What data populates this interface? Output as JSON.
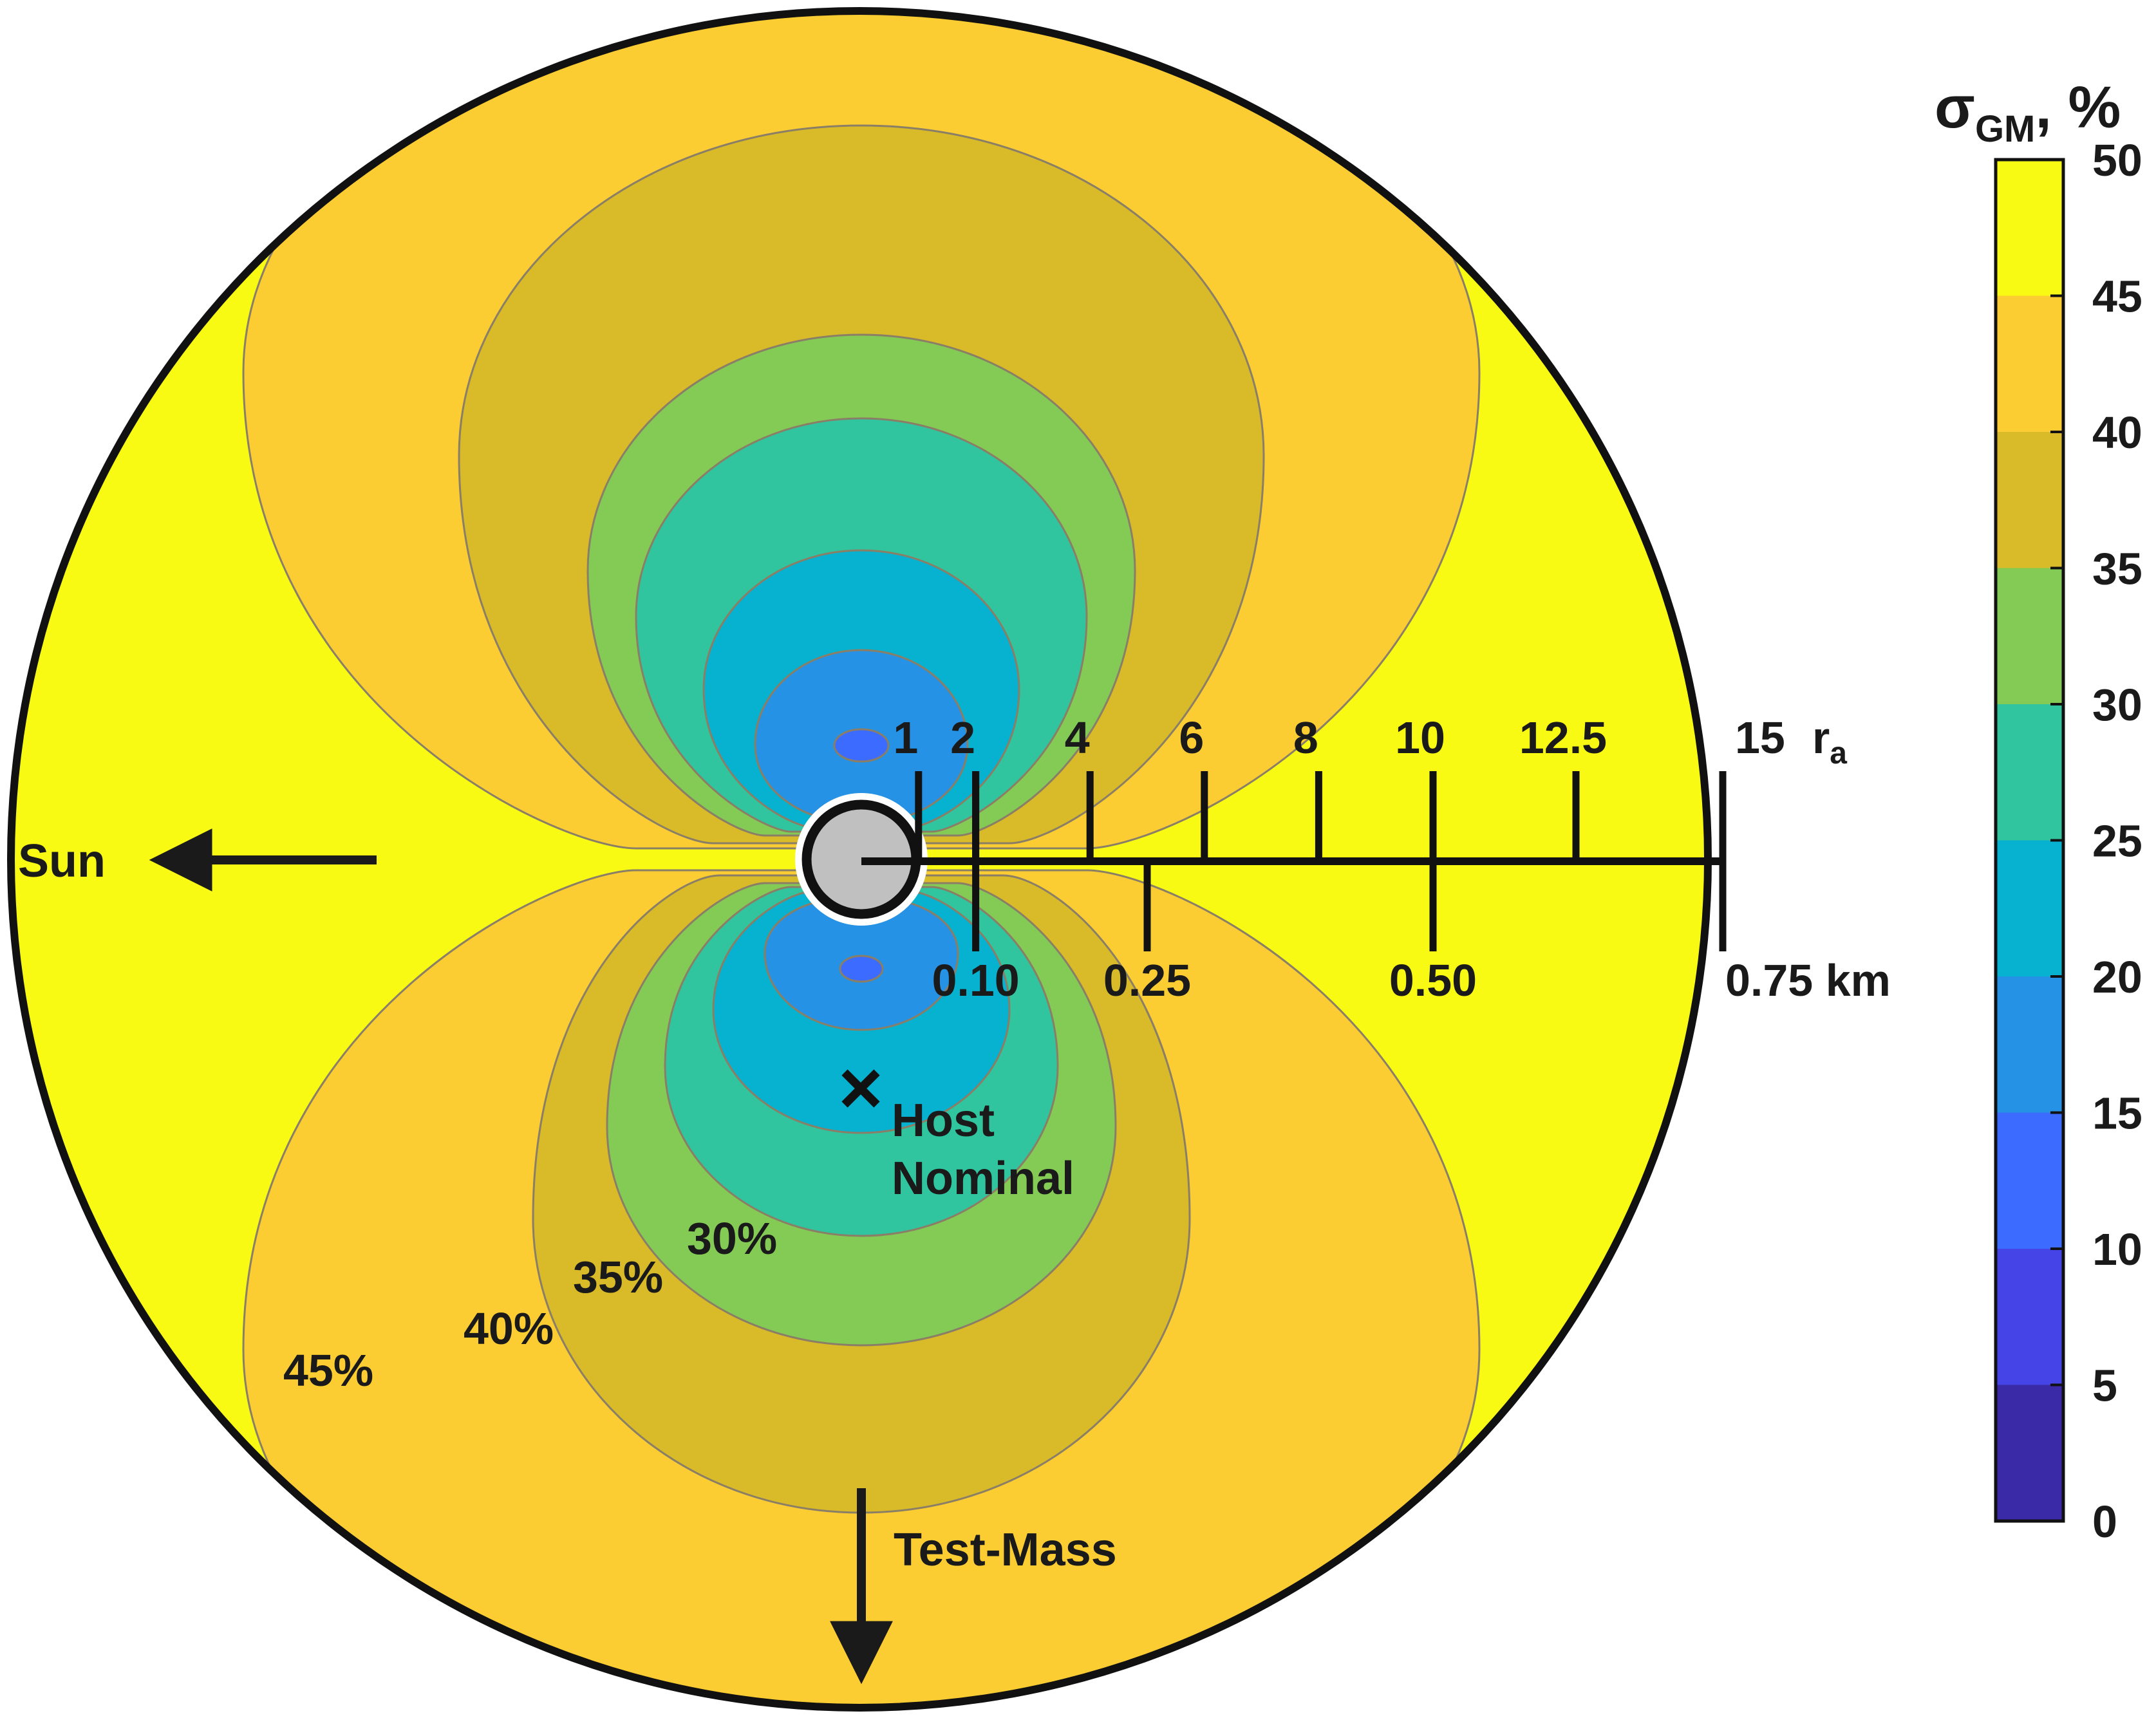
{
  "chart_data": {
    "type": "heatmap",
    "title": "",
    "colorbar": {
      "title": "σ",
      "title_subscript": "GM",
      "title_unit": ",  %",
      "ticks": [
        0,
        5,
        10,
        15,
        20,
        25,
        30,
        35,
        40,
        45,
        50
      ],
      "range": [
        0,
        50
      ],
      "levels": [
        {
          "from": 0,
          "to": 5,
          "color": "#3a2aa8"
        },
        {
          "from": 5,
          "to": 10,
          "color": "#4544e6"
        },
        {
          "from": 10,
          "to": 15,
          "color": "#3c6cff"
        },
        {
          "from": 15,
          "to": 20,
          "color": "#2592e6"
        },
        {
          "from": 20,
          "to": 25,
          "color": "#06b2d0"
        },
        {
          "from": 25,
          "to": 30,
          "color": "#30c59f"
        },
        {
          "from": 30,
          "to": 35,
          "color": "#84cb56"
        },
        {
          "from": 35,
          "to": 40,
          "color": "#d9ba29"
        },
        {
          "from": 40,
          "to": 45,
          "color": "#fbcd33"
        },
        {
          "from": 45,
          "to": 50,
          "color": "#f8fa13"
        }
      ]
    },
    "contour_labels": [
      "30%",
      "35%",
      "40%",
      "45%"
    ],
    "radial_scale_ra": {
      "ticks": [
        "1",
        "2",
        "4",
        "6",
        "8",
        "10",
        "12.5",
        "15"
      ],
      "values": [
        1,
        2,
        4,
        6,
        8,
        10,
        12.5,
        15
      ],
      "unit_symbol": "r",
      "unit_subscript": "a"
    },
    "radial_scale_km": {
      "ticks": [
        "0.10",
        "0.25",
        "0.50",
        "0.75 km"
      ],
      "values": [
        0.1,
        0.25,
        0.5,
        0.75
      ]
    },
    "annotations": {
      "sun": "Sun",
      "test_mass": "Test-Mass",
      "host_line1": "Host",
      "host_line2": "Nominal"
    }
  }
}
